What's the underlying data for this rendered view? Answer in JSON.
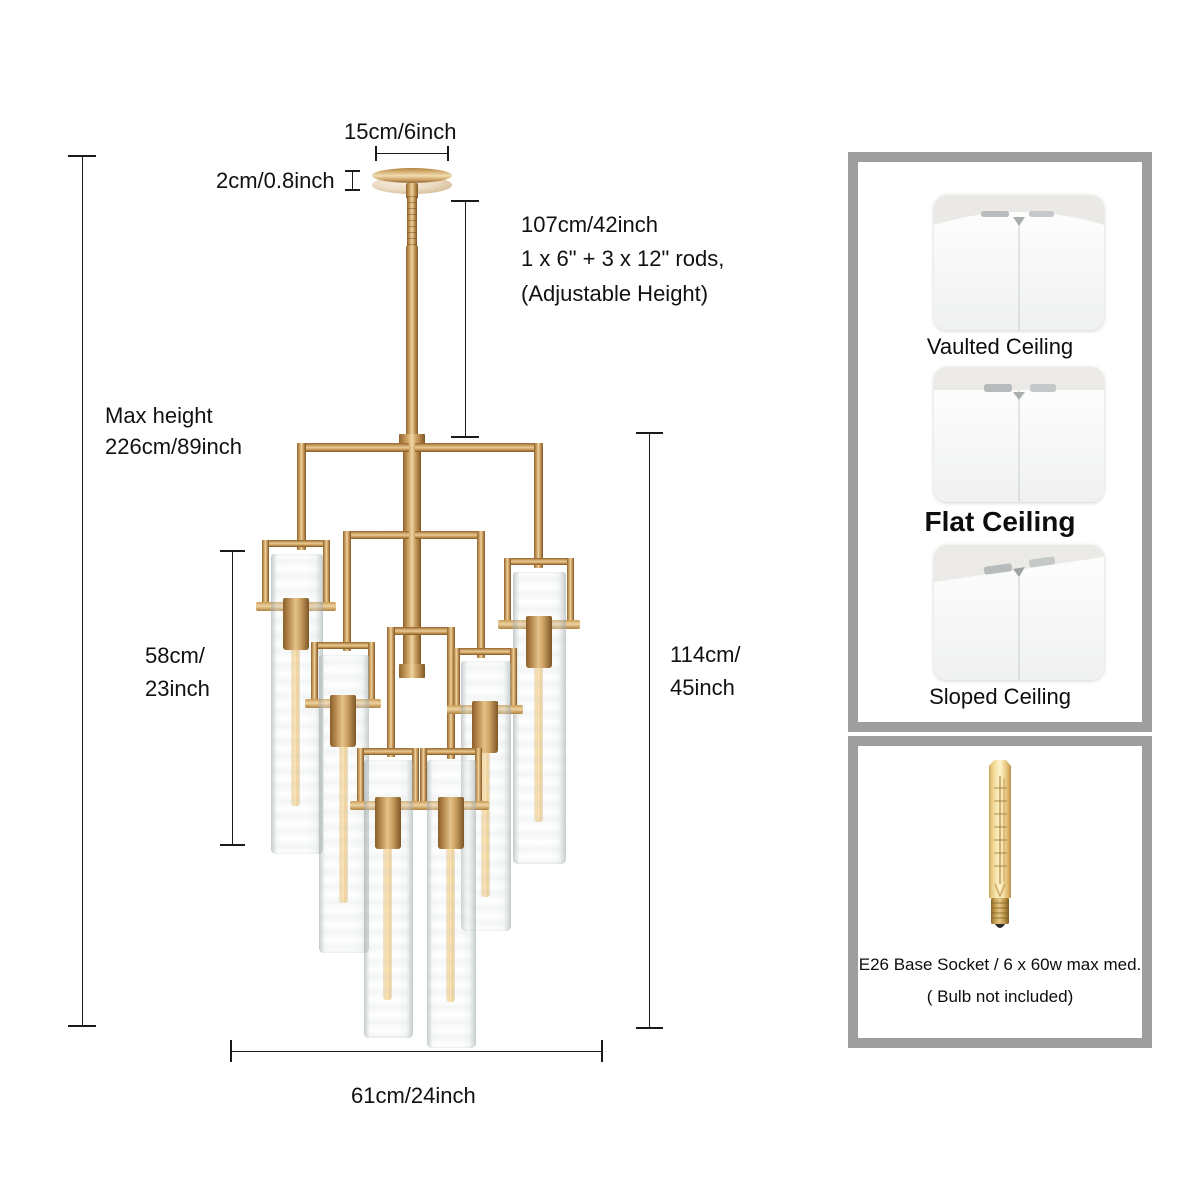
{
  "diagram": {
    "title": "Chandelier dimension specification diagram",
    "dimensions": {
      "canopy_width": "15cm/6inch",
      "canopy_height": "2cm/0.8inch",
      "rod_length_line1": "107cm/42inch",
      "rod_length_line2": "1 x 6\" + 3 x 12\" rods,",
      "rod_length_line3": "(Adjustable Height)",
      "max_height_line1": "Max height",
      "max_height_line2": "226cm/89inch",
      "tier_drop_line1": "58cm/",
      "tier_drop_line2": "23inch",
      "fixture_height_line1": "114cm/",
      "fixture_height_line2": "45inch",
      "overall_width": "61cm/24inch"
    }
  },
  "ceiling_panel": {
    "options": [
      {
        "label": "Vaulted Ceiling",
        "icon": "vaulted-ceiling-icon",
        "emphasis": "normal"
      },
      {
        "label": "Flat Ceiling",
        "icon": "flat-ceiling-icon",
        "emphasis": "strong"
      },
      {
        "label": "Sloped Ceiling",
        "icon": "sloped-ceiling-icon",
        "emphasis": "normal"
      }
    ]
  },
  "bulb_panel": {
    "icon": "edison-tube-bulb-icon",
    "caption_line1": "E26 Base Socket / 6 x 60w max med.",
    "caption_line2": "( Bulb not included)"
  },
  "colors": {
    "brass": "#c99b5e",
    "brass_dark": "#8d6330",
    "brass_light": "#f0d7a6",
    "panel_border": "#9e9e9e",
    "dimension_line": "#1a1a1a",
    "filament_amber": "#f0c882",
    "background": "#ffffff"
  }
}
